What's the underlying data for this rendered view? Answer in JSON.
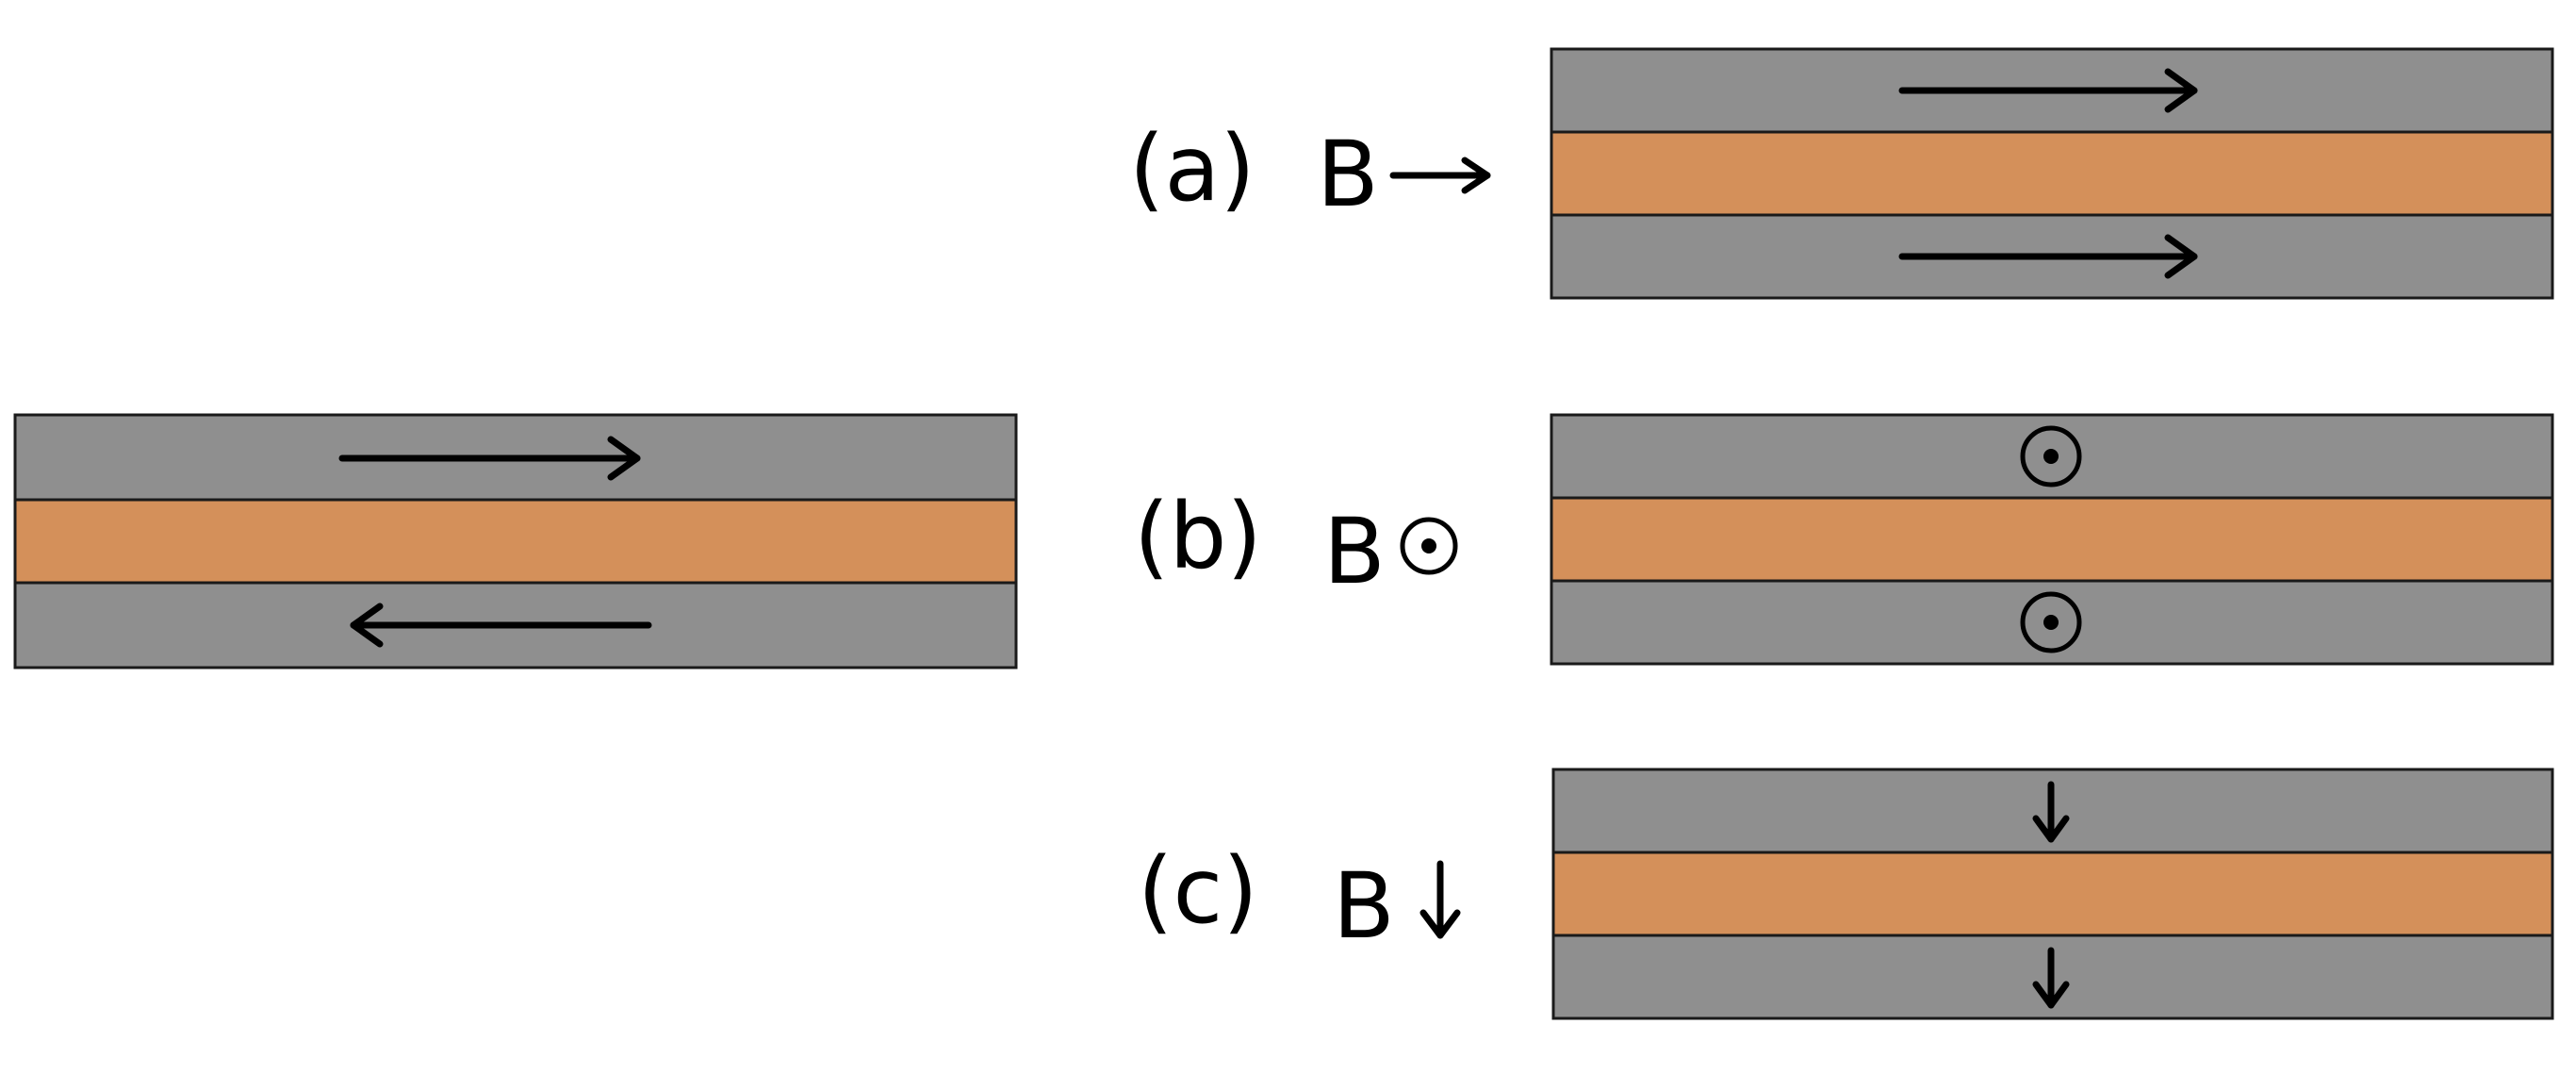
{
  "colors": {
    "magnetic_layer": "#8f8f8f",
    "spacer_layer": "#d4905a",
    "outline": "#1a1a1a",
    "arrow": "#000000",
    "background": "#ffffff"
  },
  "reference_stack": {
    "top_layer_magnetization": "right-arrow-icon",
    "bottom_layer_magnetization": "left-arrow-icon"
  },
  "panels": [
    {
      "id": "a",
      "label": "(a)",
      "field_letter": "B",
      "field_symbol": "⟶",
      "field_icon": "right-arrow-icon",
      "layer_icon": "right-arrow-icon"
    },
    {
      "id": "b",
      "label": "(b)",
      "field_letter": "B",
      "field_symbol": "⊙",
      "field_icon": "out-of-page-dot-icon",
      "layer_icon": "out-of-page-dot-icon"
    },
    {
      "id": "c",
      "label": "(c)",
      "field_letter": "B",
      "field_symbol": "↓",
      "field_icon": "down-arrow-icon",
      "layer_icon": "down-arrow-icon"
    }
  ]
}
